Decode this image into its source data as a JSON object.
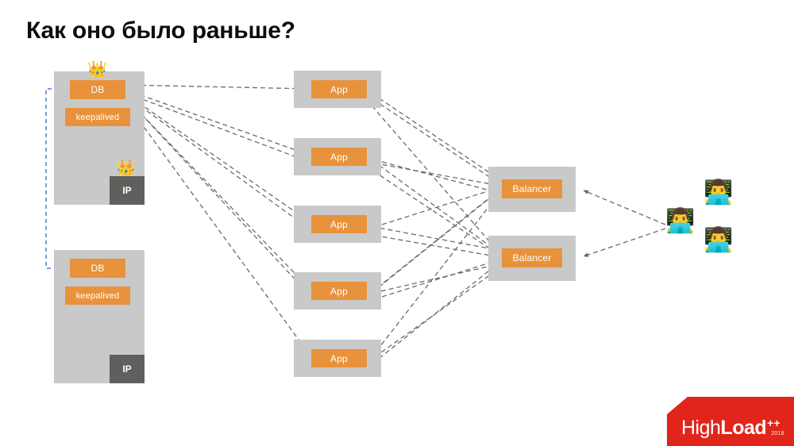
{
  "slide": {
    "title": "Как оно было раньше?",
    "background": "#ffffff"
  },
  "colors": {
    "node_card": "#c9c9c9",
    "service_box": "#e8923c",
    "ip_box": "#5f5f5d",
    "service_text": "#ffffff",
    "title_text": "#0d0d0d",
    "dashed_link": "#6b6b6b",
    "replication_link": "#4a7fd4",
    "logo_red": "#e1251b"
  },
  "db_cluster": {
    "primary": {
      "label": "DB",
      "keepalived_label": "keepalived",
      "ip_label": "IP",
      "crown_icon": "👑",
      "has_db_crown": true,
      "has_ip_crown": true
    },
    "standby": {
      "label": "DB",
      "keepalived_label": "keepalived",
      "ip_label": "IP",
      "crown_icon": "👑",
      "has_db_crown": false,
      "has_ip_crown": false
    }
  },
  "app_tier": {
    "label": "App",
    "count": 5,
    "nodes": [
      {
        "label": "App"
      },
      {
        "label": "App"
      },
      {
        "label": "App"
      },
      {
        "label": "App"
      },
      {
        "label": "App"
      }
    ]
  },
  "balancer_tier": {
    "label": "Balancer",
    "count": 2,
    "nodes": [
      {
        "label": "Balancer"
      },
      {
        "label": "Balancer"
      }
    ]
  },
  "clients": {
    "icon": "👨‍💻",
    "count": 3,
    "items": [
      {
        "icon": "👨‍💻"
      },
      {
        "icon": "👨‍💻"
      },
      {
        "icon": "👨‍💻"
      }
    ]
  },
  "logo": {
    "high": "High",
    "load": "Load",
    "superscript": "++",
    "year": "2018"
  }
}
